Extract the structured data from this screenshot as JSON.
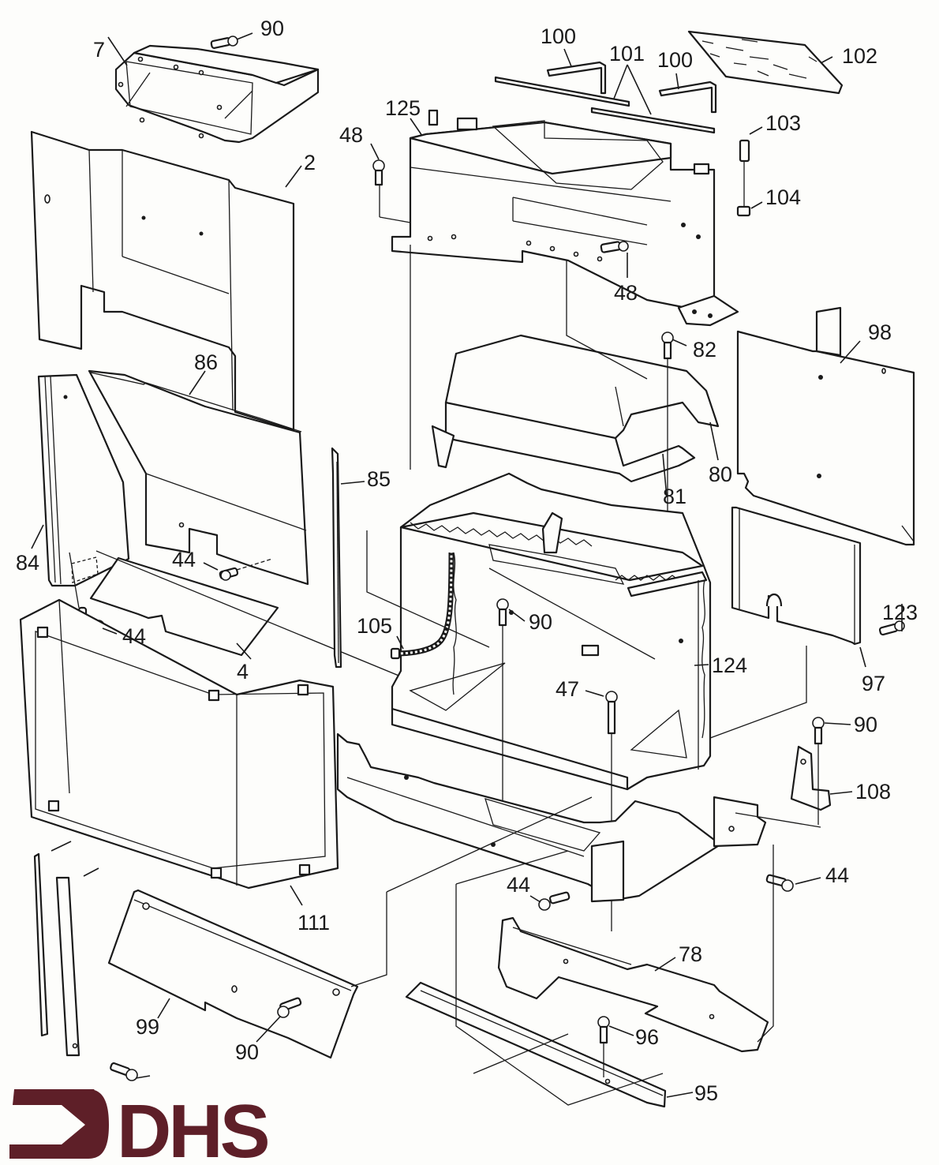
{
  "diagram": {
    "type": "exploded-parts-diagram",
    "subject": "Gas fire chassis / firebox assembly",
    "parts": [
      {
        "id": "p7",
        "label": "7",
        "name": "Flue outlet hood"
      },
      {
        "id": "p90a",
        "label": "90",
        "name": "Screw (flue hood)"
      },
      {
        "id": "p2",
        "label": "2",
        "name": "Rear back panel"
      },
      {
        "id": "p48a",
        "label": "48",
        "name": "Screw (left)"
      },
      {
        "id": "p125",
        "label": "125",
        "name": "Top flue baffle assembly"
      },
      {
        "id": "p100a",
        "label": "100",
        "name": "L-shaped rod (left)"
      },
      {
        "id": "p101",
        "label": "101",
        "name": "Straight rods"
      },
      {
        "id": "p100b",
        "label": "100",
        "name": "L-shaped rod (right)"
      },
      {
        "id": "p102",
        "label": "102",
        "name": "Fibre board panel"
      },
      {
        "id": "p103",
        "label": "103",
        "name": "Stud"
      },
      {
        "id": "p104",
        "label": "104",
        "name": "Nut"
      },
      {
        "id": "p48b",
        "label": "48",
        "name": "Screw (right)"
      },
      {
        "id": "p82",
        "label": "82",
        "name": "Screw (canopy)"
      },
      {
        "id": "p98",
        "label": "98",
        "name": "Right side panel"
      },
      {
        "id": "p86",
        "label": "86",
        "name": "Left inner panel"
      },
      {
        "id": "p85",
        "label": "85",
        "name": "Side seal strip"
      },
      {
        "id": "p84",
        "label": "84",
        "name": "Left side panel"
      },
      {
        "id": "p44a",
        "label": "44",
        "name": "Screw (inner panel)"
      },
      {
        "id": "p44b",
        "label": "44",
        "name": "Screw (left side)"
      },
      {
        "id": "p4",
        "label": "4",
        "name": "Lower deflector plate"
      },
      {
        "id": "p80",
        "label": "80",
        "name": "Canopy"
      },
      {
        "id": "p81",
        "label": "81",
        "name": "Canopy seal"
      },
      {
        "id": "p105",
        "label": "105",
        "name": "Sensor lead"
      },
      {
        "id": "p90b",
        "label": "90",
        "name": "Screw (firebox)"
      },
      {
        "id": "p124",
        "label": "124",
        "name": "Firebox with gasket"
      },
      {
        "id": "p123",
        "label": "123",
        "name": "Screw (right panel)"
      },
      {
        "id": "p97",
        "label": "97",
        "name": "Right inner panel"
      },
      {
        "id": "p47",
        "label": "47",
        "name": "Screw (long)"
      },
      {
        "id": "p90c",
        "label": "90",
        "name": "Screw (bracket)"
      },
      {
        "id": "p108",
        "label": "108",
        "name": "Mounting bracket"
      },
      {
        "id": "p111",
        "label": "111",
        "name": "Front frame"
      },
      {
        "id": "p44c",
        "label": "44",
        "name": "Screw (base front)"
      },
      {
        "id": "p44d",
        "label": "44",
        "name": "Screw (base right)"
      },
      {
        "id": "p78",
        "label": "78",
        "name": "Burner tray"
      },
      {
        "id": "p99",
        "label": "99",
        "name": "Lower front trim"
      },
      {
        "id": "p90d",
        "label": "90",
        "name": "Screw (trim)"
      },
      {
        "id": "p96",
        "label": "96",
        "name": "Screw (angle)"
      },
      {
        "id": "p95",
        "label": "95",
        "name": "Front angle strip"
      }
    ]
  },
  "logo": {
    "text": "DHS",
    "color": "#5e1f28"
  },
  "colors": {
    "line": "#1a1a1a",
    "paper": "#fdfdfb"
  }
}
